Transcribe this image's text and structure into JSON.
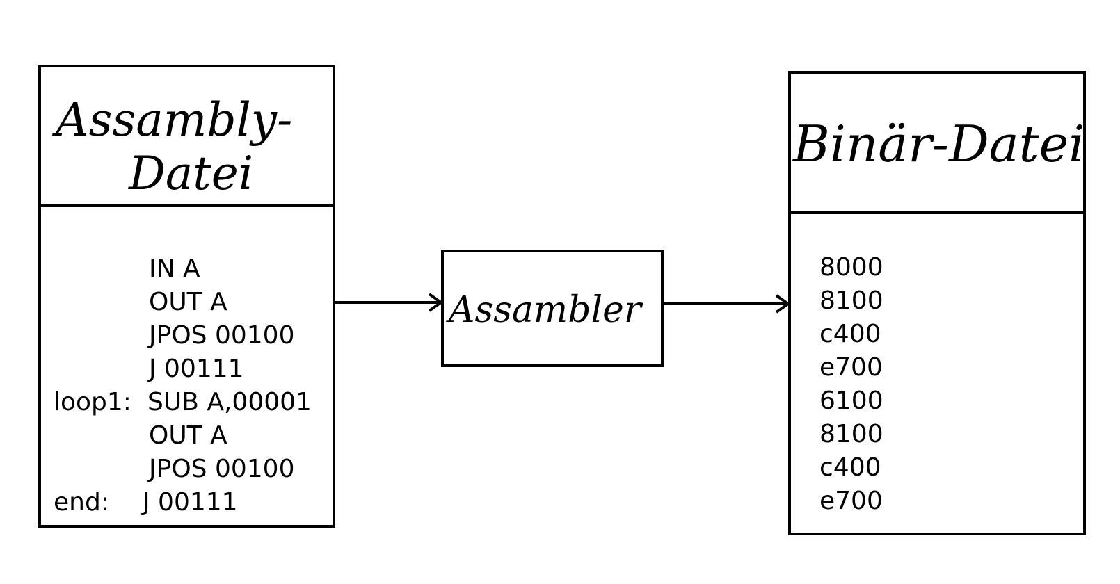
{
  "assembly_file": {
    "title_line1": "Assambly-",
    "title_line2": "Datei",
    "code_lines": [
      {
        "label": "",
        "instruction": "IN A"
      },
      {
        "label": "",
        "instruction": "OUT A"
      },
      {
        "label": "",
        "instruction": "JPOS 00100"
      },
      {
        "label": "",
        "instruction": "J 00111"
      },
      {
        "label": "loop1:",
        "instruction": "SUB A,00001"
      },
      {
        "label": "",
        "instruction": "OUT A"
      },
      {
        "label": "",
        "instruction": "JPOS 00100"
      },
      {
        "label": "end:",
        "instruction": "J 00111"
      }
    ]
  },
  "assembler": {
    "label": "Assambler"
  },
  "binary_file": {
    "title": "Binär-Datei",
    "values": [
      "8000",
      "8100",
      "c400",
      "e700",
      "6100",
      "8100",
      "c400",
      "e700"
    ]
  }
}
